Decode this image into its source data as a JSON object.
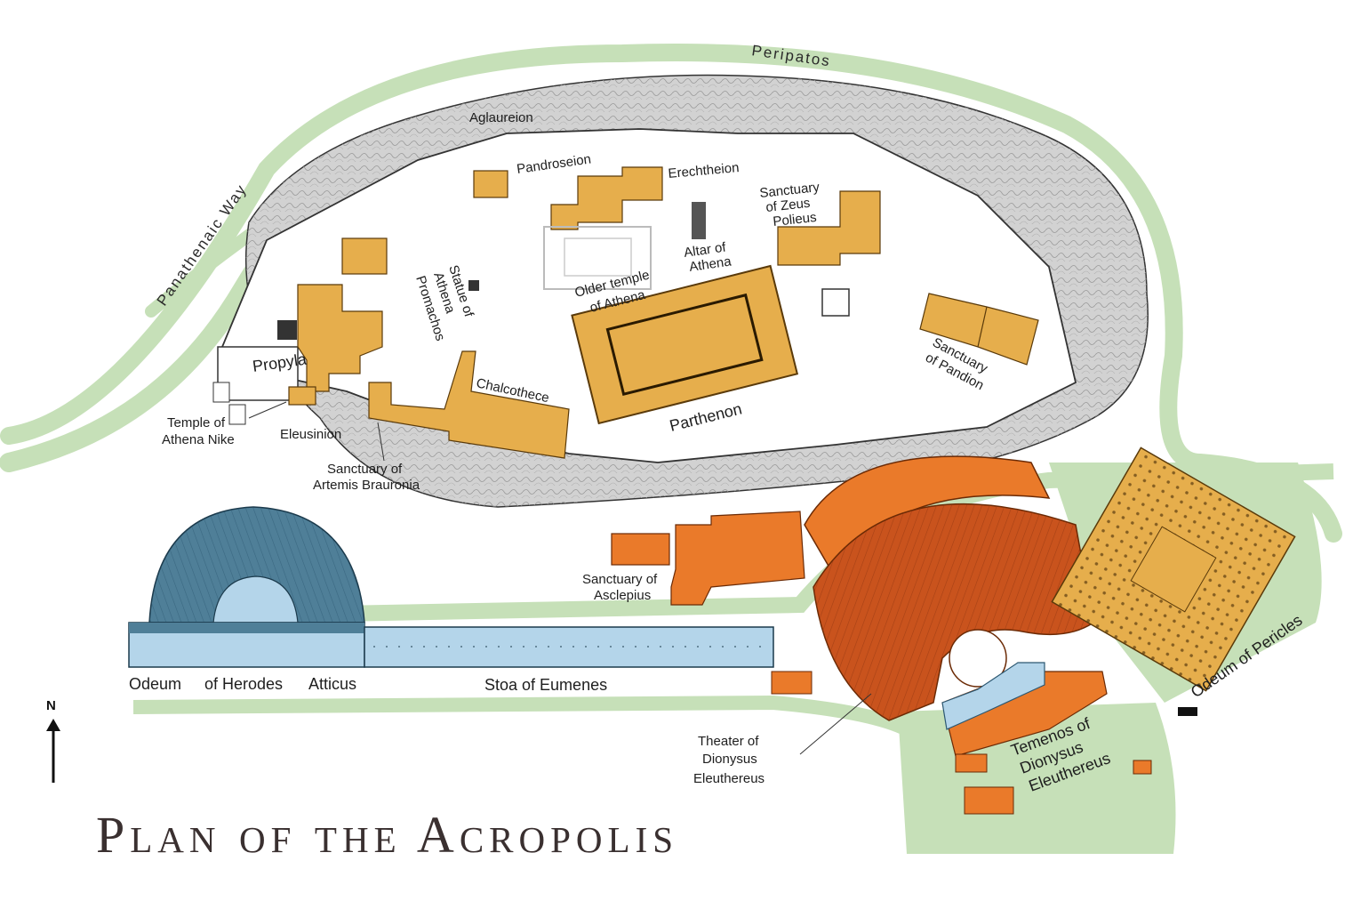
{
  "title": "Plan of the Acropolis",
  "north_label": "N",
  "colors": {
    "background": "#ffffff",
    "path": "#c6e0b8",
    "rock": "#d2d2d2",
    "plateau": "#ffffff",
    "classical_building": "#e6ae4c",
    "roman_building": "#ea7a2a",
    "theater_seats": "#c9531d",
    "odeum_herodes": "#4f7f98",
    "stoa": "#b4d5ea",
    "outline": "#333333"
  },
  "paths": {
    "peripatos": "Peripatos",
    "panathenaic_way": "Panathenaic Way"
  },
  "labels": {
    "aglaureion": "Aglaureion",
    "pandroseion": "Pandroseion",
    "erechtheion": "Erechtheion",
    "sanctuary_zeus": [
      "Sanctuary",
      "of Zeus",
      "Polieus"
    ],
    "altar_athena": [
      "Altar of",
      "Athena"
    ],
    "statue_athena": [
      "Statue of",
      "Athena",
      "Promachos"
    ],
    "older_temple": [
      "Older temple",
      "of Athena"
    ],
    "propyla": "Propyla",
    "chalcothece": "Chalcothece",
    "parthenon": "Parthenon",
    "sanctuary_pandion": [
      "Sanctuary",
      "of Pandion"
    ],
    "temple_nike": [
      "Temple of",
      "Athena Nike"
    ],
    "eleusinion": "Eleusinion",
    "sanctuary_artemis": [
      "Sanctuary of",
      "Artemis Brauronia"
    ],
    "sanctuary_asclepius": [
      "Sanctuary of",
      "Asclepius"
    ],
    "odeum": "Odeum",
    "of_herodes": "of Herodes",
    "atticus": "Atticus",
    "stoa_eumenes": "Stoa of Eumenes",
    "theater_dionysus": [
      "Theater of",
      "Dionysus",
      "Eleuthereus"
    ],
    "temenos_dionysus": [
      "Temenos of",
      "Dionysus",
      "Eleuthereus"
    ],
    "odeum_pericles": "Odeum of Pericles"
  }
}
